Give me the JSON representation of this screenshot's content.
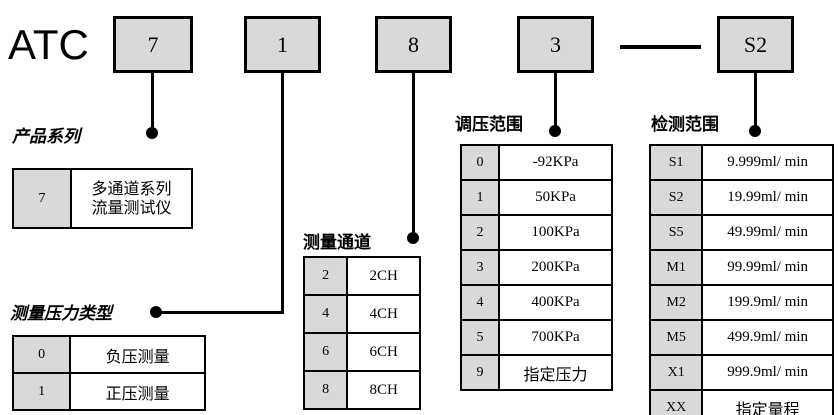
{
  "diagram": {
    "brand": "ATC",
    "separator": "—",
    "code_boxes": [
      {
        "name": "product-series",
        "value": "7"
      },
      {
        "name": "pressure-type",
        "value": "1"
      },
      {
        "name": "channel-count",
        "value": "8"
      },
      {
        "name": "pressure-range",
        "value": "3"
      },
      {
        "name": "detection-range",
        "value": "S2"
      }
    ],
    "sections": {
      "product_series": {
        "caption": "产品系列",
        "rows": [
          {
            "key": "7",
            "value": "多通道系列\n流量测试仪"
          }
        ]
      },
      "pressure_type": {
        "caption": "测量压力类型",
        "rows": [
          {
            "key": "0",
            "value": "负压测量"
          },
          {
            "key": "1",
            "value": "正压测量"
          }
        ]
      },
      "measure_channel": {
        "caption": "测量通道",
        "rows": [
          {
            "key": "2",
            "value": "2CH"
          },
          {
            "key": "4",
            "value": "4CH"
          },
          {
            "key": "6",
            "value": "6CH"
          },
          {
            "key": "8",
            "value": "8CH"
          }
        ]
      },
      "pressure_range": {
        "caption": "调压范围",
        "rows": [
          {
            "key": "0",
            "value": "-92KPa"
          },
          {
            "key": "1",
            "value": "50KPa"
          },
          {
            "key": "2",
            "value": "100KPa"
          },
          {
            "key": "3",
            "value": "200KPa"
          },
          {
            "key": "4",
            "value": "400KPa"
          },
          {
            "key": "5",
            "value": "700KPa"
          },
          {
            "key": "9",
            "value": "指定压力"
          }
        ]
      },
      "detection_range": {
        "caption": "检测范围",
        "rows": [
          {
            "key": "S1",
            "value": "9.999ml/ min"
          },
          {
            "key": "S2",
            "value": "19.99ml/ min"
          },
          {
            "key": "S5",
            "value": "49.99ml/ min"
          },
          {
            "key": "M1",
            "value": "99.99ml/ min"
          },
          {
            "key": "M2",
            "value": "199.9ml/ min"
          },
          {
            "key": "M5",
            "value": "499.9ml/ min"
          },
          {
            "key": "X1",
            "value": "999.9ml/ min"
          },
          {
            "key": "XX",
            "value": "指定量程"
          }
        ]
      }
    }
  },
  "colors": {
    "box_fill": "#d9d9d9",
    "line": "#000000",
    "background": "#ffffff"
  }
}
